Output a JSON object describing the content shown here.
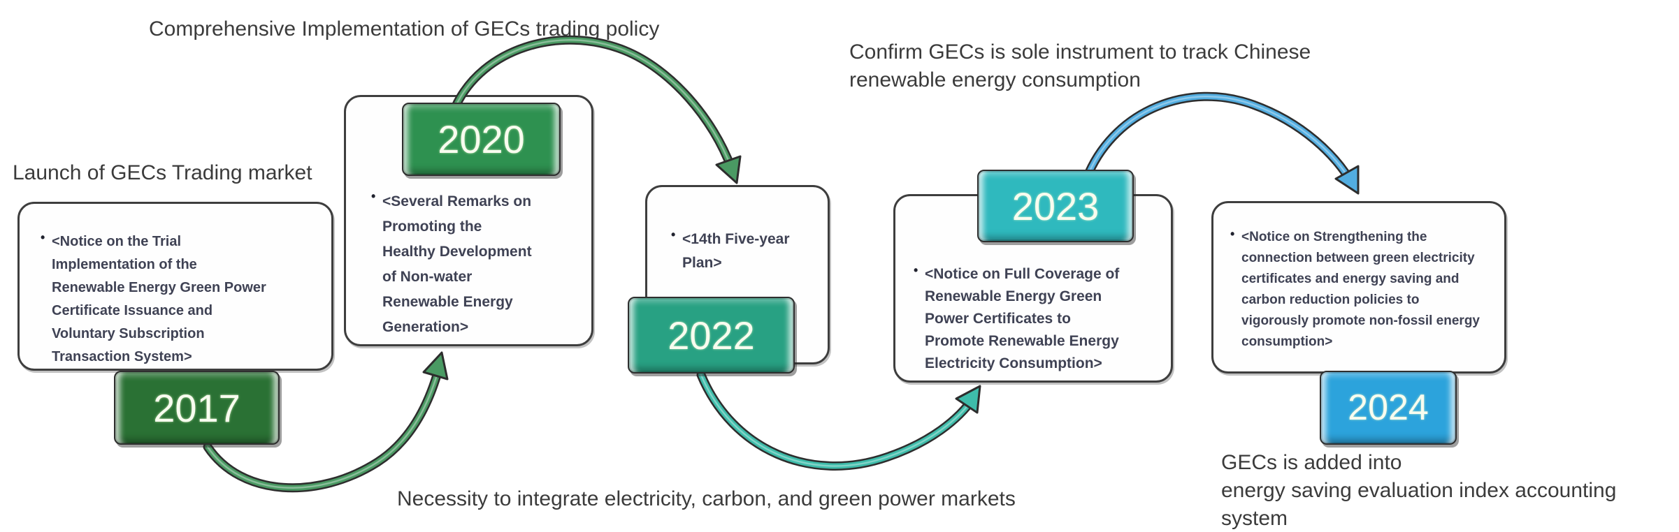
{
  "labels": {
    "comprehensive": "Comprehensive Implementation of GECs trading policy",
    "confirm": "Confirm GECs is sole instrument to track Chinese\nrenewable energy consumption",
    "launch": "Launch of GECs Trading market",
    "necessity": "Necessity to integrate electricity, carbon, and green power markets",
    "added": "GECs is added into\nenergy saving evaluation index accounting system"
  },
  "bullet_glyph": "•",
  "milestones": [
    {
      "year": "2017",
      "badge_color": "#2a7134",
      "policy": "<Notice on the Trial\nImplementation of the\nRenewable Energy Green Power\nCertificate Issuance and\nVoluntary Subscription\nTransaction System>"
    },
    {
      "year": "2020",
      "badge_color": "#2e9150",
      "policy": "<Several Remarks on\nPromoting the\nHealthy Development\nof Non-water\nRenewable Energy\nGeneration>"
    },
    {
      "year": "2022",
      "badge_color": "#28a183",
      "policy": "<14th Five-year\nPlan>"
    },
    {
      "year": "2023",
      "badge_color": "#2fb9be",
      "policy": "<Notice on Full Coverage of\nRenewable Energy Green\nPower Certificates to\nPromote Renewable Energy\nElectricity Consumption>"
    },
    {
      "year": "2024",
      "badge_color": "#2ca3dc",
      "policy": "<Notice on Strengthening the\nconnection between green electricity\ncertificates and energy saving and\ncarbon reduction policies to\nvigorously promote non-fossil energy\nconsumption>"
    }
  ],
  "arrow_colors": {
    "outline": "#2d2d2d",
    "green": "#4a9a63",
    "teal": "#3ebcaa",
    "blue": "#52ade0"
  }
}
